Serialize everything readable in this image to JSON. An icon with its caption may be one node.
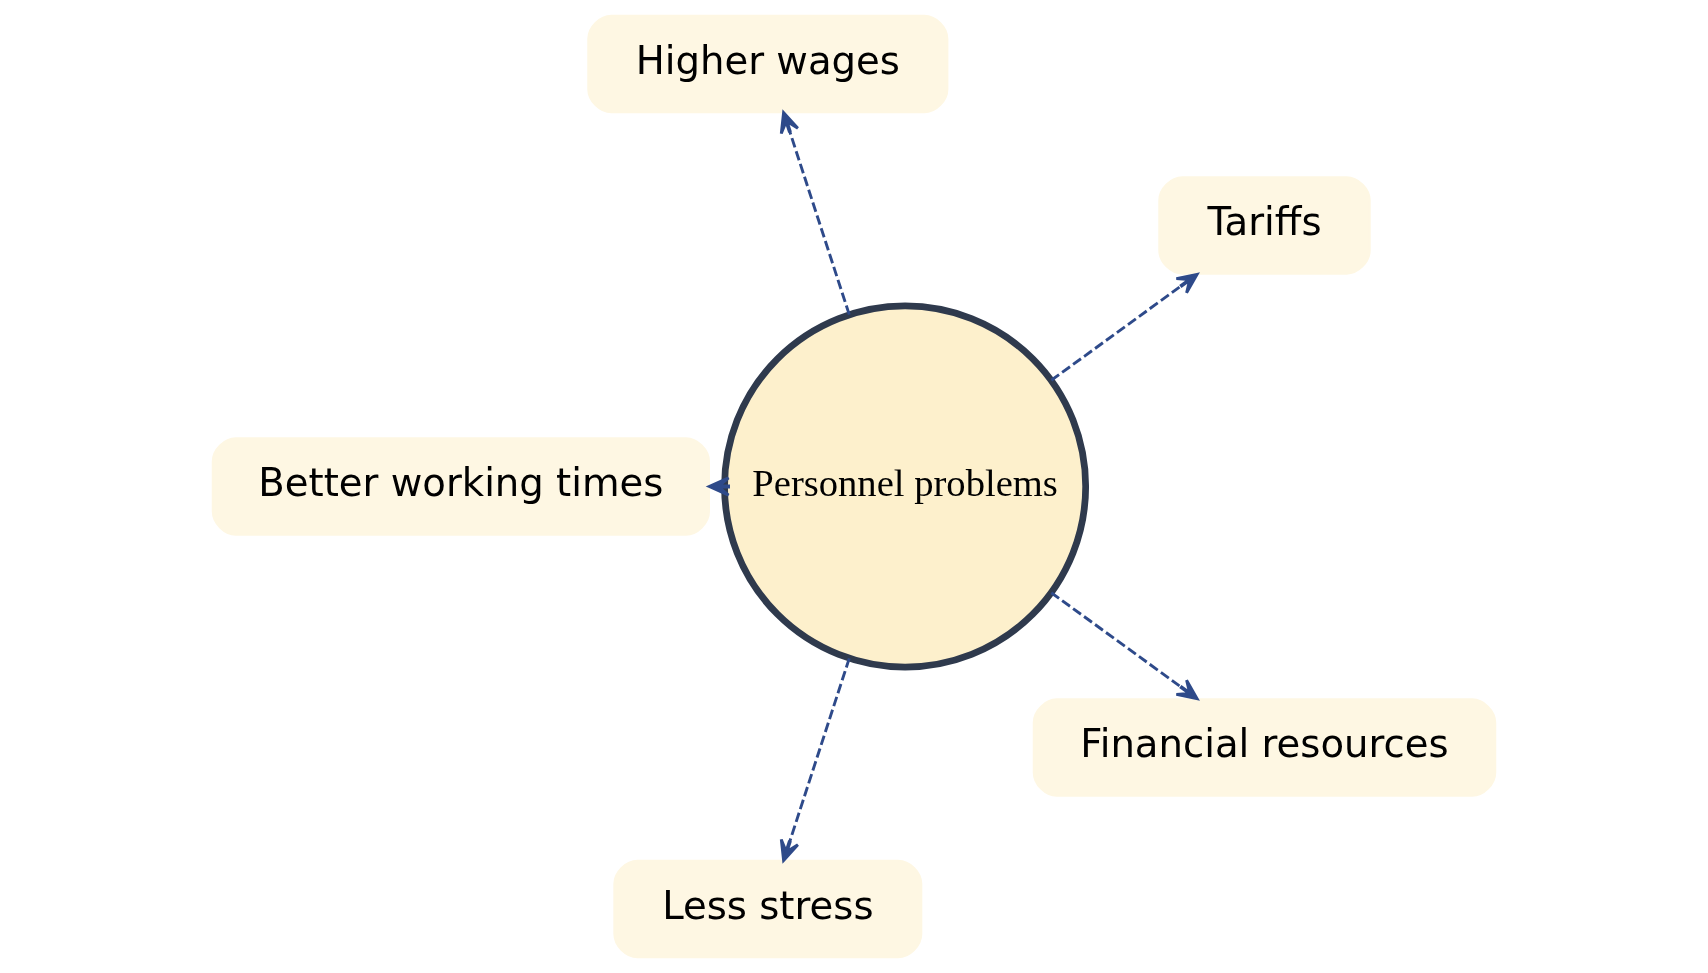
{
  "diagram": {
    "nodes": [
      {
        "text": [
          "Personnel problems"
        ]
      },
      {
        "text": [
          "Tariffs"
        ]
      },
      {
        "text": [
          "Higher wages"
        ]
      },
      {
        "text": [
          "Better working times"
        ]
      },
      {
        "text": [
          "Less stress"
        ]
      },
      {
        "text": [
          "Financial resources"
        ]
      }
    ],
    "edges": [
      {
        "from": 0,
        "to": 1,
        "arrow": "to",
        "style": "dashed"
      },
      {
        "from": 0,
        "to": 2,
        "arrow": "to",
        "style": "dashed"
      },
      {
        "from": 0,
        "to": 3,
        "arrow": "to",
        "style": "dashed"
      },
      {
        "from": 0,
        "to": 4,
        "arrow": "to",
        "style": "dashed"
      },
      {
        "from": 0,
        "to": 5,
        "arrow": "to",
        "style": "dashed"
      }
    ]
  }
}
